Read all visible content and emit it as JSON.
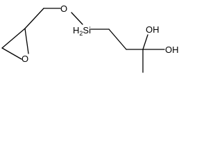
{
  "molecule": {
    "atoms": {
      "ring_oxygen": "O",
      "ether_oxygen": "O",
      "silicon_prefix": "H",
      "silicon_h_count": "2",
      "silicon_symbol": "Si",
      "hydroxyl_top": "OH",
      "hydroxyl_bottom": "OH"
    },
    "colors": {
      "bond": "#000000",
      "label": "#000000",
      "background": "#ffffff"
    }
  }
}
